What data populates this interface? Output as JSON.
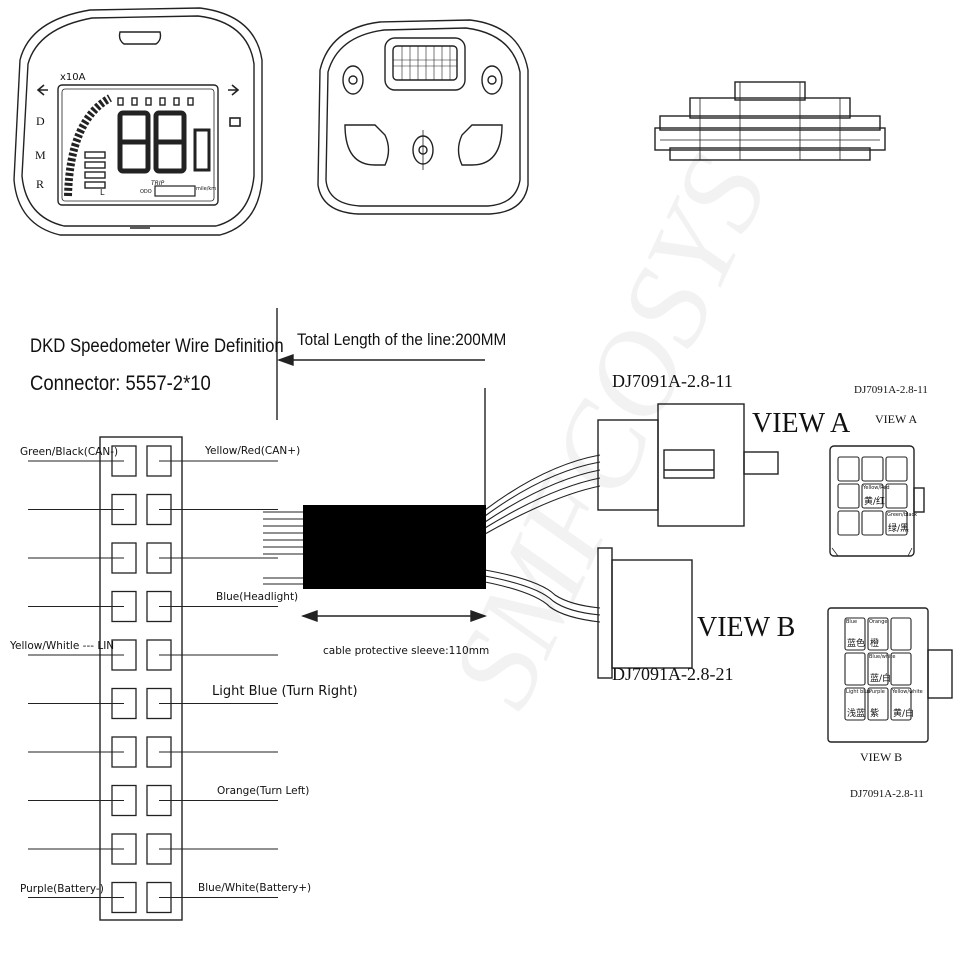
{
  "title": {
    "line1": "DKD Speedometer Wire Definition",
    "line2": "Connector: 5557-2*10"
  },
  "total_length": "Total Length of the line:200MM",
  "sleeve": "cable protective sleeve:110mm",
  "watermark": "SMFCOSYS",
  "connector_a": {
    "part": "DJ7091A-2.8-11",
    "view": "VIEW A",
    "view_small": "VIEW A",
    "part_small": "DJ7091A-2.8-11"
  },
  "connector_b": {
    "part": "DJ7091A-2.8-21",
    "view": "VIEW B",
    "view_small": "VIEW B",
    "part_small": "DJ7091A-2.8-11"
  },
  "left_wires": [
    {
      "label": "Green/Black(CAN-)"
    },
    {
      "label": ""
    },
    {
      "label": ""
    },
    {
      "label": ""
    },
    {
      "label": "Yellow/Whitle --- LIN"
    },
    {
      "label": ""
    },
    {
      "label": ""
    },
    {
      "label": ""
    },
    {
      "label": ""
    },
    {
      "label": "Purple(Battery-)"
    }
  ],
  "right_wires": [
    {
      "label": "Yellow/Red(CAN+)"
    },
    {
      "label": ""
    },
    {
      "label": ""
    },
    {
      "label": "Blue(Headlight)"
    },
    {
      "label": ""
    },
    {
      "label": "Light Blue (Turn Right)"
    },
    {
      "label": ""
    },
    {
      "label": "Orange(Turn Left)"
    },
    {
      "label": ""
    },
    {
      "label": "Blue/White(Battery+)"
    }
  ],
  "view_a_cells": [
    "",
    "",
    "",
    "",
    "黄/红",
    "",
    "",
    "",
    "绿/黑"
  ],
  "view_a_tiny": [
    "",
    "",
    "",
    "",
    "Yellow/Red",
    "",
    "",
    "",
    "Green/black"
  ],
  "view_b_cells": [
    "蓝色",
    "橙",
    "",
    "",
    "蓝/白",
    "",
    "浅蓝",
    "紫",
    "黄/白"
  ],
  "view_b_tiny": [
    "Blue",
    "Orange",
    "",
    "",
    "Blue/white",
    "",
    "Light blue",
    "Purple",
    "Yellow/white"
  ],
  "dash": {
    "x10a": "x10A",
    "modes": [
      "D",
      "M",
      "R"
    ],
    "digits": "88",
    "trip": "TRIP",
    "odo": "ODO",
    "unit": "mile/km",
    "gear_l": "L"
  }
}
